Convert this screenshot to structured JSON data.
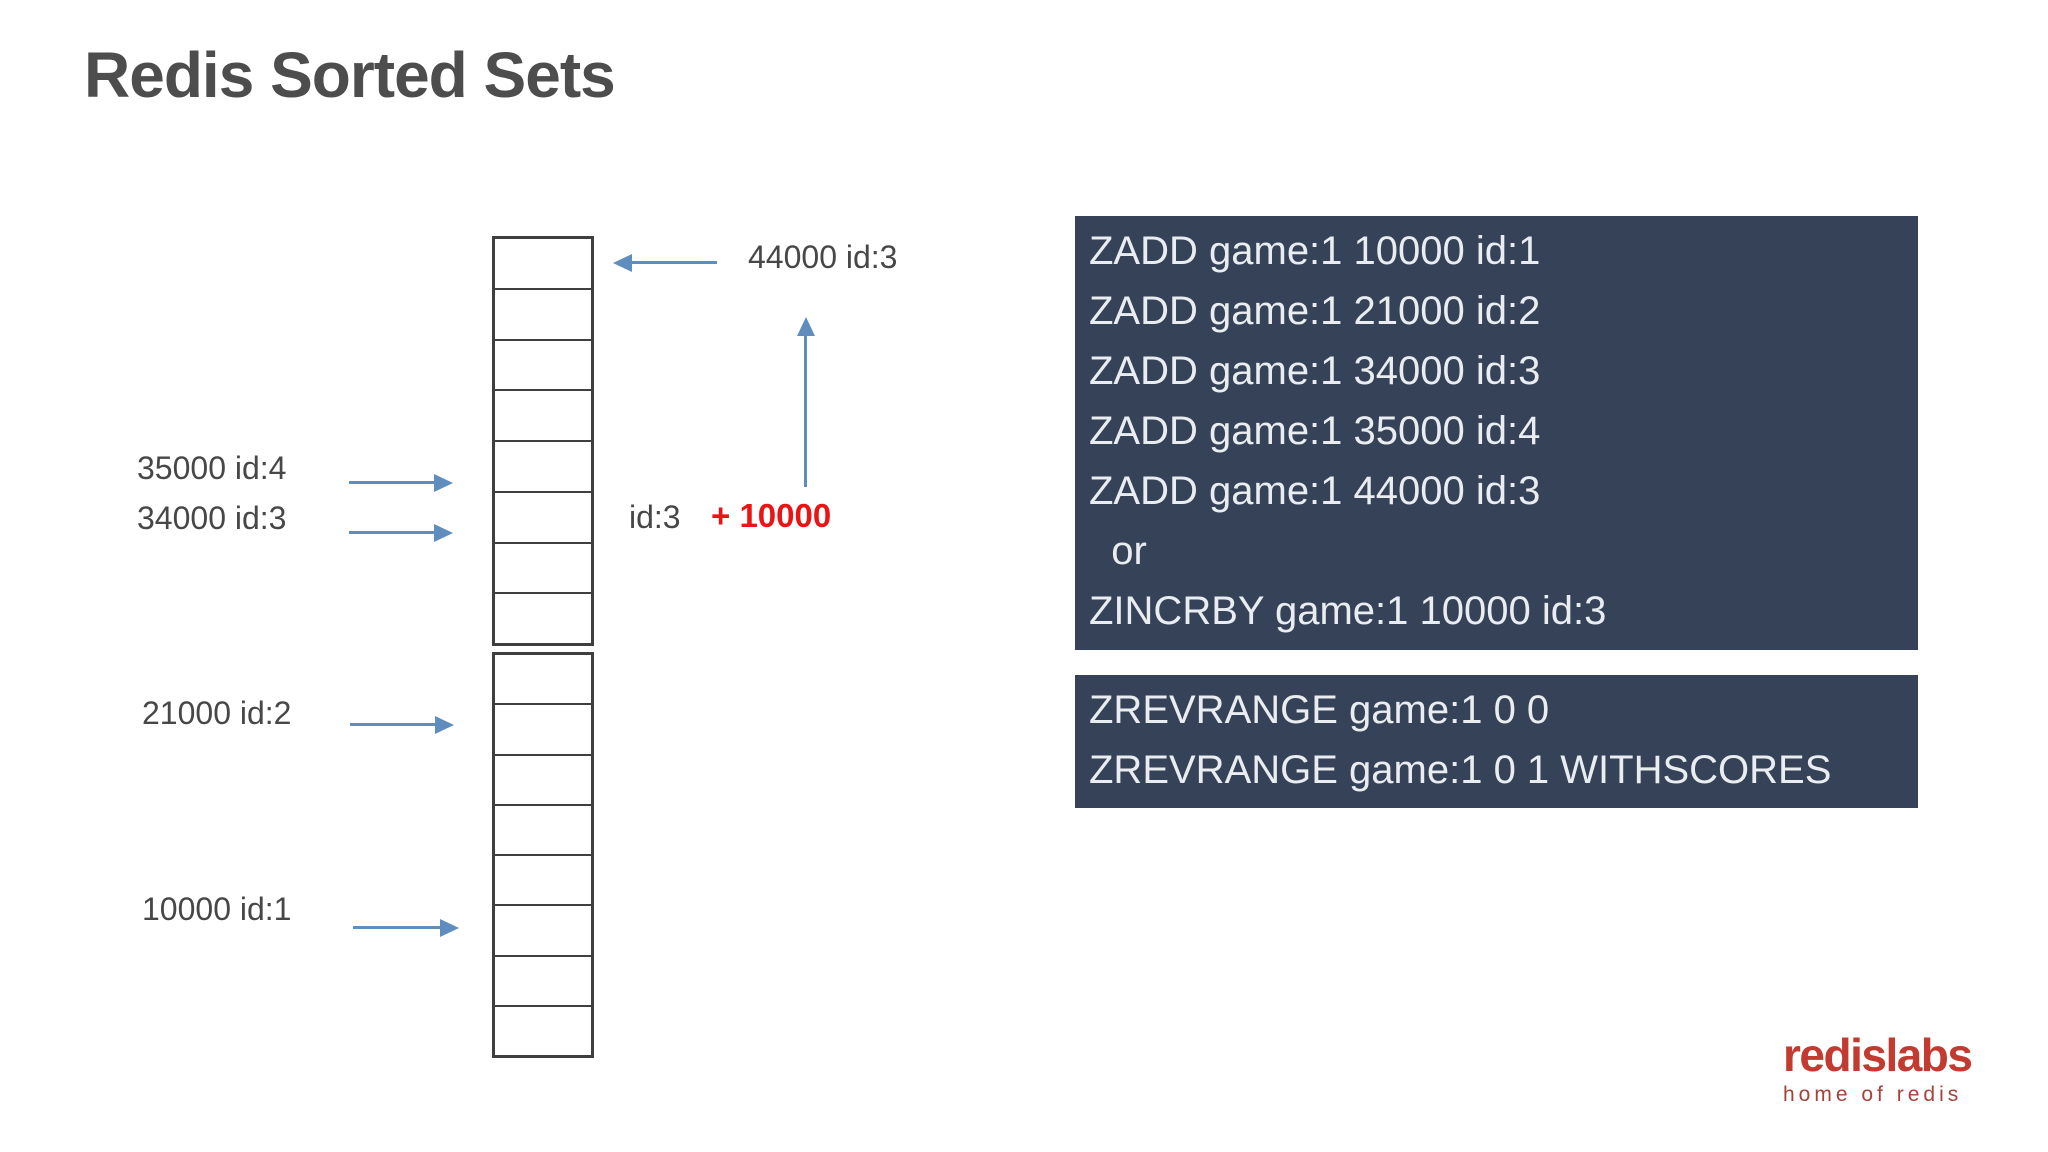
{
  "slide": {
    "title": "Redis Sorted Sets"
  },
  "diagram": {
    "stack": {
      "sections": [
        {
          "cells": 8
        },
        {
          "cells": 8
        }
      ]
    },
    "score_labels": [
      {
        "text": "35000 id:4"
      },
      {
        "text": "34000 id:3"
      },
      {
        "text": "21000 id:2"
      },
      {
        "text": "10000 id:1"
      }
    ],
    "new_entry_label": "44000 id:3",
    "increment": {
      "member": "id:3",
      "delta": "+ 10000"
    }
  },
  "code_blocks": [
    {
      "name": "zadd-commands",
      "lines": [
        "ZADD game:1 10000 id:1",
        "ZADD game:1 21000 id:2",
        "ZADD game:1 34000 id:3",
        "ZADD game:1 35000 id:4",
        "ZADD game:1 44000 id:3",
        "  or",
        "ZINCRBY game:1 10000 id:3"
      ]
    },
    {
      "name": "zrevrange-commands",
      "lines": [
        "ZREVRANGE game:1 0 0",
        "ZREVRANGE game:1 0 1 WITHSCORES"
      ]
    }
  ],
  "logo": {
    "wordmark": "redislabs",
    "tagline": "home of redis"
  },
  "colors": {
    "title_gray": "#4d4d4d",
    "label_gray": "#474747",
    "arrow_blue": "#5e8dbe",
    "highlight_red": "#ea1414",
    "code_bg": "#354257",
    "code_text": "#e9ecf0",
    "brand_red": "#c23a30",
    "cell_border": "#3f3f3f"
  }
}
